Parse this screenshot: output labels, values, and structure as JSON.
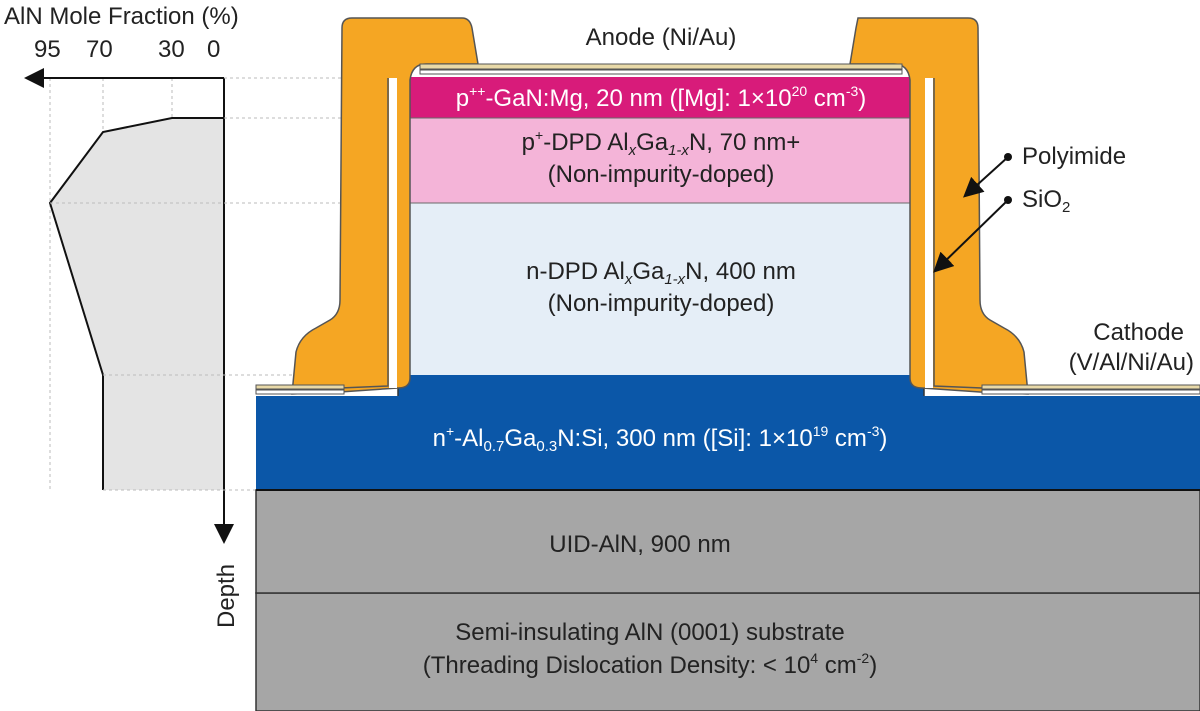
{
  "profile": {
    "axis_title": "AlN Mole Fraction (%)",
    "ticks": [
      "95",
      "70",
      "30",
      "0"
    ],
    "depth_label": "Depth"
  },
  "layers": {
    "p_gan": {
      "pre": "p",
      "sup1": "++",
      "mid": "-GaN:Mg, 20 nm ([Mg]: 1×10",
      "sup2": "20",
      "mid2": " cm",
      "sup3": "-3",
      "post": ")",
      "color": "#d81b7a"
    },
    "p_dpd": {
      "l1_pre": "p",
      "l1_sup": "+",
      "l1_a": "-DPD Al",
      "l1_x1": "x",
      "l1_b": "Ga",
      "l1_x2": "1-x",
      "l1_c": "N, 70 nm+",
      "line2": "(Non-impurity-doped)",
      "color": "#f4b4d8"
    },
    "n_dpd": {
      "l1_a": "n-DPD Al",
      "l1_x1": "x",
      "l1_b": "Ga",
      "l1_x2": "1-x",
      "l1_c": "N, 400 nm",
      "line2": "(Non-impurity-doped)",
      "color": "#e5eef7"
    },
    "n_plus": {
      "pre": "n",
      "sup1": "+",
      "a": "-Al",
      "s1": "0.7",
      "b": "Ga",
      "s2": "0.3",
      "c": "N:Si, 300 nm ([Si]: 1×10",
      "sup2": "19",
      "d": " cm",
      "sup3": "-3",
      "e": ")",
      "color": "#0b57a8"
    },
    "uid": {
      "label": "UID-AlN, 900 nm",
      "color": "#a6a6a6"
    },
    "substrate": {
      "line1": "Semi-insulating AlN (0001) substrate",
      "line2_a": "(Threading Dislocation Density: < 10",
      "line2_sup1": "4",
      "line2_b": " cm",
      "line2_sup2": "-2",
      "line2_c": ")",
      "color": "#a6a6a6"
    }
  },
  "labels": {
    "anode": "Anode (Ni/Au)",
    "cathode_1": "Cathode",
    "cathode_2": "(V/Al/Ni/Au)",
    "polyimide": "Polyimide",
    "sio2_a": "SiO",
    "sio2_sub": "2"
  },
  "colors": {
    "polyimide": "#f5a623",
    "metal": "#e8d9a8"
  }
}
